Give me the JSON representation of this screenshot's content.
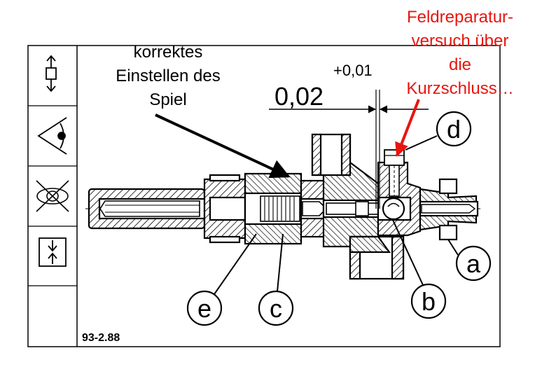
{
  "annotation": {
    "lines": [
      "Feldreparatur-",
      "versuch über",
      "die",
      "Kurzschluss…"
    ],
    "color": "#e8150f"
  },
  "callout": {
    "lines": [
      "korrektes",
      "Einstellen des",
      "Spiel"
    ]
  },
  "dimension": {
    "value": "0,02",
    "tolerance": "+0,01"
  },
  "parts": {
    "a": "a",
    "b": "b",
    "c": "c",
    "d": "d",
    "e": "e"
  },
  "figure_code": "93-2.88",
  "sidebar_symbols": [
    "pull-push-icon",
    "eye-inspect-icon",
    "crossed-eye-icon",
    "press-together-icon"
  ]
}
